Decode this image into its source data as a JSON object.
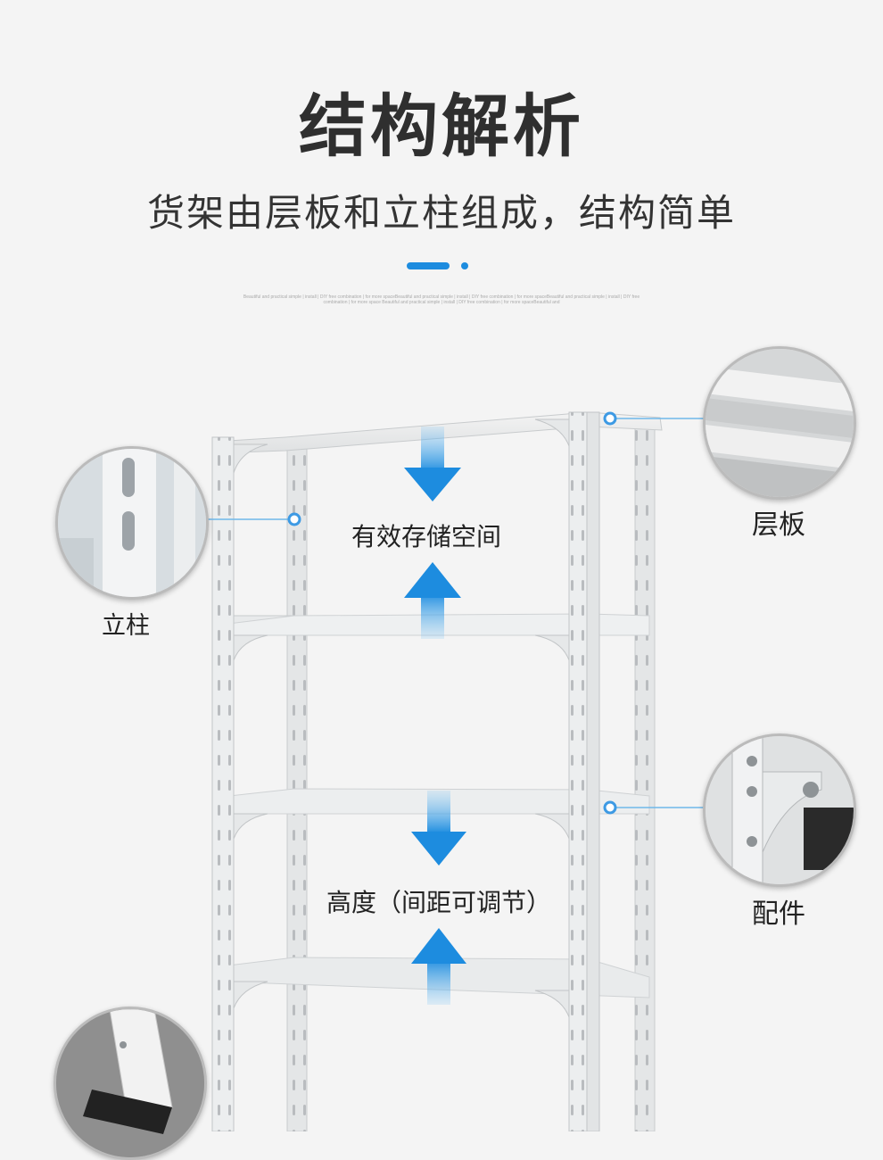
{
  "header": {
    "title": "结构解析",
    "subtitle": "货架由层板和立柱组成，结构简单",
    "tagline": "Beautiful and practical simple | install | DIY free combination | for more spaceBeautiful and practical simple | install | DIY free combination | for more spaceBeautiful and practical simple | install | DIY free combination | for more space Beautiful and practical simple | install | DIY free combination | for more spaceBeautiful and"
  },
  "callouts": {
    "column_label": "立柱",
    "shelf_label": "层板",
    "fitting_label": "配件"
  },
  "annotations": {
    "storage_space": "有效存储空间",
    "height_adjustable": "高度（间距可调节）"
  },
  "colors": {
    "accent": "#1d8cdf",
    "background": "#f4f4f4"
  }
}
